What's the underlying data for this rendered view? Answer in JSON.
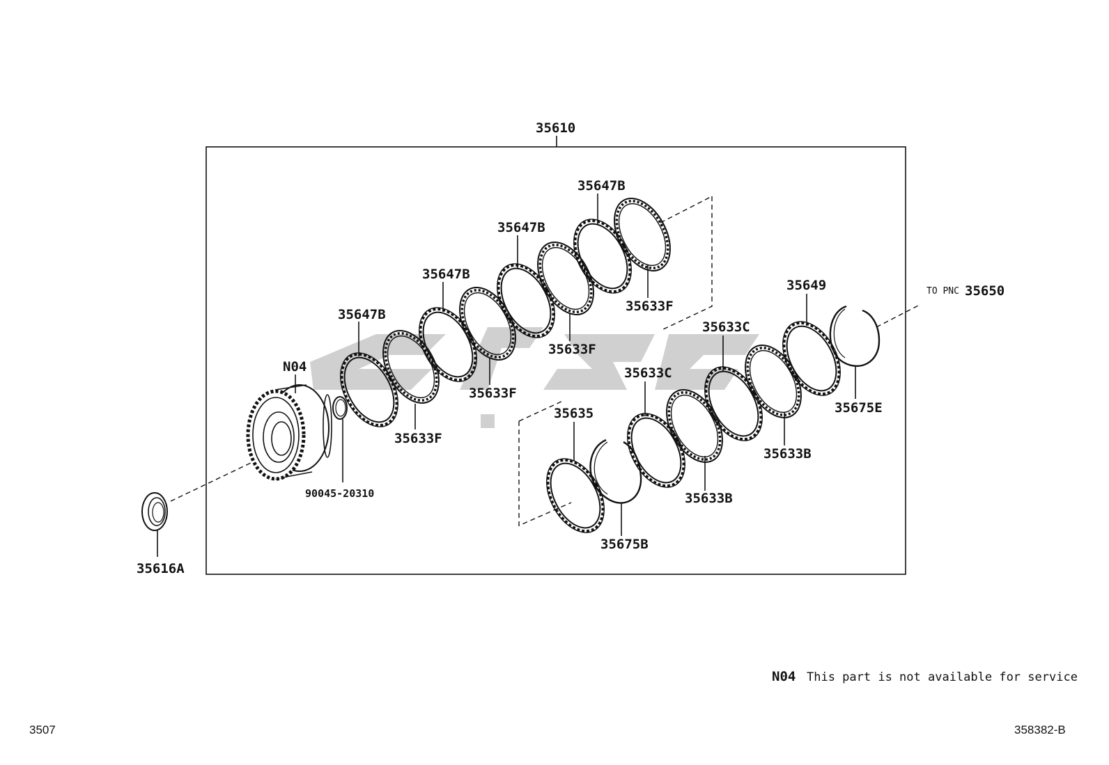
{
  "watermark": {
    "color": "#c8c8c8"
  },
  "labels": {
    "assembly": "35610",
    "n04": "N04",
    "snap_ring_small": "90045-20310",
    "thrust_washer": "35616A",
    "disc_b1": "35647B",
    "disc_b2": "35647B",
    "disc_b3": "35647B",
    "disc_b4": "35647B",
    "plate_f1": "35633F",
    "plate_f2": "35633F",
    "plate_f3": "35633F",
    "plate_f4": "35633F",
    "flange_35635": "35635",
    "snap_35675b": "35675B",
    "plate_c1": "35633C",
    "plate_c2": "35633C",
    "plate_b1": "35633B",
    "plate_b2": "35633B",
    "part_35649": "35649",
    "snap_35675e": "35675E",
    "to_pnc_prefix": "TO PNC",
    "to_pnc_number": "35650"
  },
  "footnote": {
    "code": "N04",
    "text": "This part is not available for service"
  },
  "corner": {
    "left": "3507",
    "right": "358382-B"
  }
}
